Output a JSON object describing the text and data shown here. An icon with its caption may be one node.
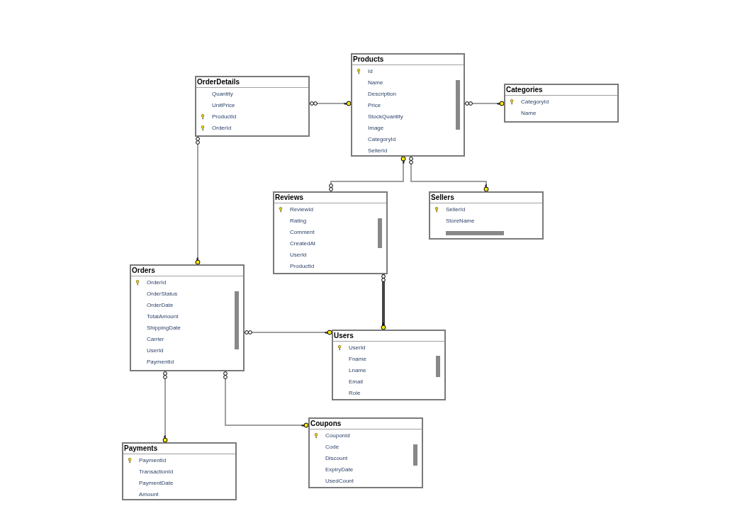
{
  "diagram": {
    "nodes": [
      {
        "text": [
          "Products",
          "Id",
          "Name",
          "Description",
          "Price",
          "StockQuantity",
          "Image",
          "CategoryId",
          "SellerId"
        ]
      },
      {
        "text": [
          "OrderDetails",
          "Quantity",
          "UnitPrice",
          "ProductId",
          "OrderId"
        ]
      },
      {
        "text": [
          "Categories",
          "CategoryId",
          "Name"
        ]
      },
      {
        "text": [
          "Reviews",
          "ReviewId",
          "Rating",
          "Comment",
          "CreatedAt",
          "UserId",
          "ProductId"
        ]
      },
      {
        "text": [
          "Sellers",
          "SellerId",
          "StoreName"
        ]
      },
      {
        "text": [
          "Orders",
          "OrderId",
          "OrderStatus",
          "OrderDate",
          "TotalAmount",
          "ShippingDate",
          "Carrier",
          "UserId",
          "PaymentId"
        ]
      },
      {
        "text": [
          "Users",
          "UserId",
          "Fname",
          "Lname",
          "Email",
          "Role"
        ]
      },
      {
        "text": [
          "Coupons",
          "CouponId",
          "Code",
          "Discount",
          "ExpiryDate",
          "UsedCount"
        ]
      },
      {
        "text": [
          "Payments",
          "PaymentId",
          "TransactionId",
          "PaymentDate",
          "Amount"
        ]
      }
    ],
    "edges": [
      {
        "from": 1,
        "to": 0,
        "arrow": "other"
      },
      {
        "from": 0,
        "to": 2,
        "arrow": "other"
      },
      {
        "from": 3,
        "to": 0,
        "arrow": "other"
      },
      {
        "from": 0,
        "to": 4,
        "arrow": "other"
      },
      {
        "from": 1,
        "to": 5,
        "arrow": "other"
      },
      {
        "from": 3,
        "to": 6,
        "arrow": "other",
        "style": "thick"
      },
      {
        "from": 5,
        "to": 6,
        "arrow": "other"
      },
      {
        "from": 5,
        "to": 8,
        "arrow": "other"
      },
      {
        "from": 5,
        "to": 7,
        "arrow": "other"
      }
    ]
  }
}
